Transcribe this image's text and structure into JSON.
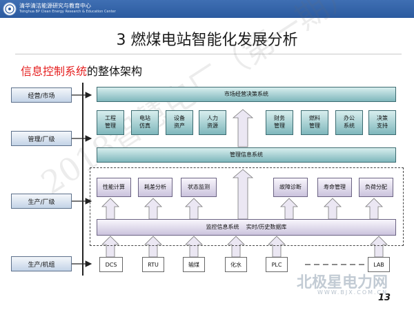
{
  "header": {
    "org_cn": "清华清洁能源研究与教育中心",
    "org_en": "Tsinghua BP Clean Energy Research & Education Center"
  },
  "slide": {
    "title": "3 燃煤电站智能化发展分析",
    "subtitle_highlight": "信息控制系统",
    "subtitle_rest": "的整体架构",
    "page_number": "13",
    "watermark": "2018智慧电厂（第一期）",
    "bjx_logo": "北极星电力网",
    "bjx_url": "WWW.BJX.COM.CN"
  },
  "diagram": {
    "levels": [
      "经营/市场",
      "管理/厂级",
      "生产/厂级",
      "生产/机组"
    ],
    "market_system": "市场经营决策系统",
    "mgmt_modules": [
      "工程管理",
      "电站仿真",
      "设备资产",
      "人力资源",
      "财务管理",
      "燃料管理",
      "办公系统",
      "决策支持"
    ],
    "mis": "管理信息系统",
    "prod_modules": [
      "性能计算",
      "耗差分析",
      "状态监测",
      "故障诊断",
      "寿命管理",
      "负荷分配"
    ],
    "sis": "监控信息系统    实时/历史数据库",
    "unit_sources": [
      "DCS",
      "RTU",
      "输煤",
      "化水",
      "PLC",
      "LAB"
    ]
  }
}
